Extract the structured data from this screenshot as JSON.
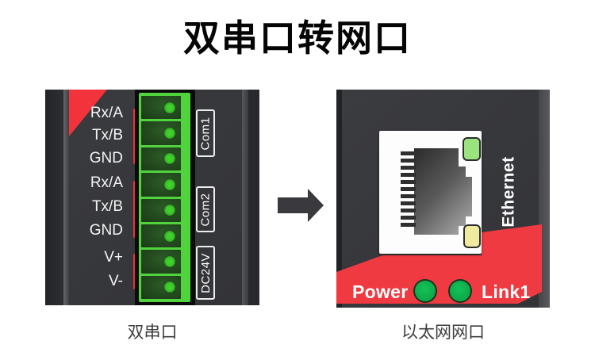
{
  "title": "双串口转网口",
  "left_figure": {
    "caption": "双串口",
    "pin_labels": [
      "Rx/A",
      "Tx/B",
      "GND",
      "Rx/A",
      "Tx/B",
      "GND",
      "V+",
      "V-"
    ],
    "group_labels": [
      "Com1",
      "Com2",
      "DC24V"
    ],
    "terminal_count": 8
  },
  "right_figure": {
    "caption": "以太网网口",
    "port_label": "Ethernet",
    "led_labels": [
      "Power",
      "Link1"
    ]
  },
  "colors": {
    "accent_red": "#ef3a41",
    "terminal_green": "#50d33c",
    "screw_green": "#3fd02c",
    "led_green": "#0fae4c",
    "indicator_green": "#99e47e",
    "indicator_yellow": "#eeeb9e",
    "panel_dark": "#36373b"
  }
}
